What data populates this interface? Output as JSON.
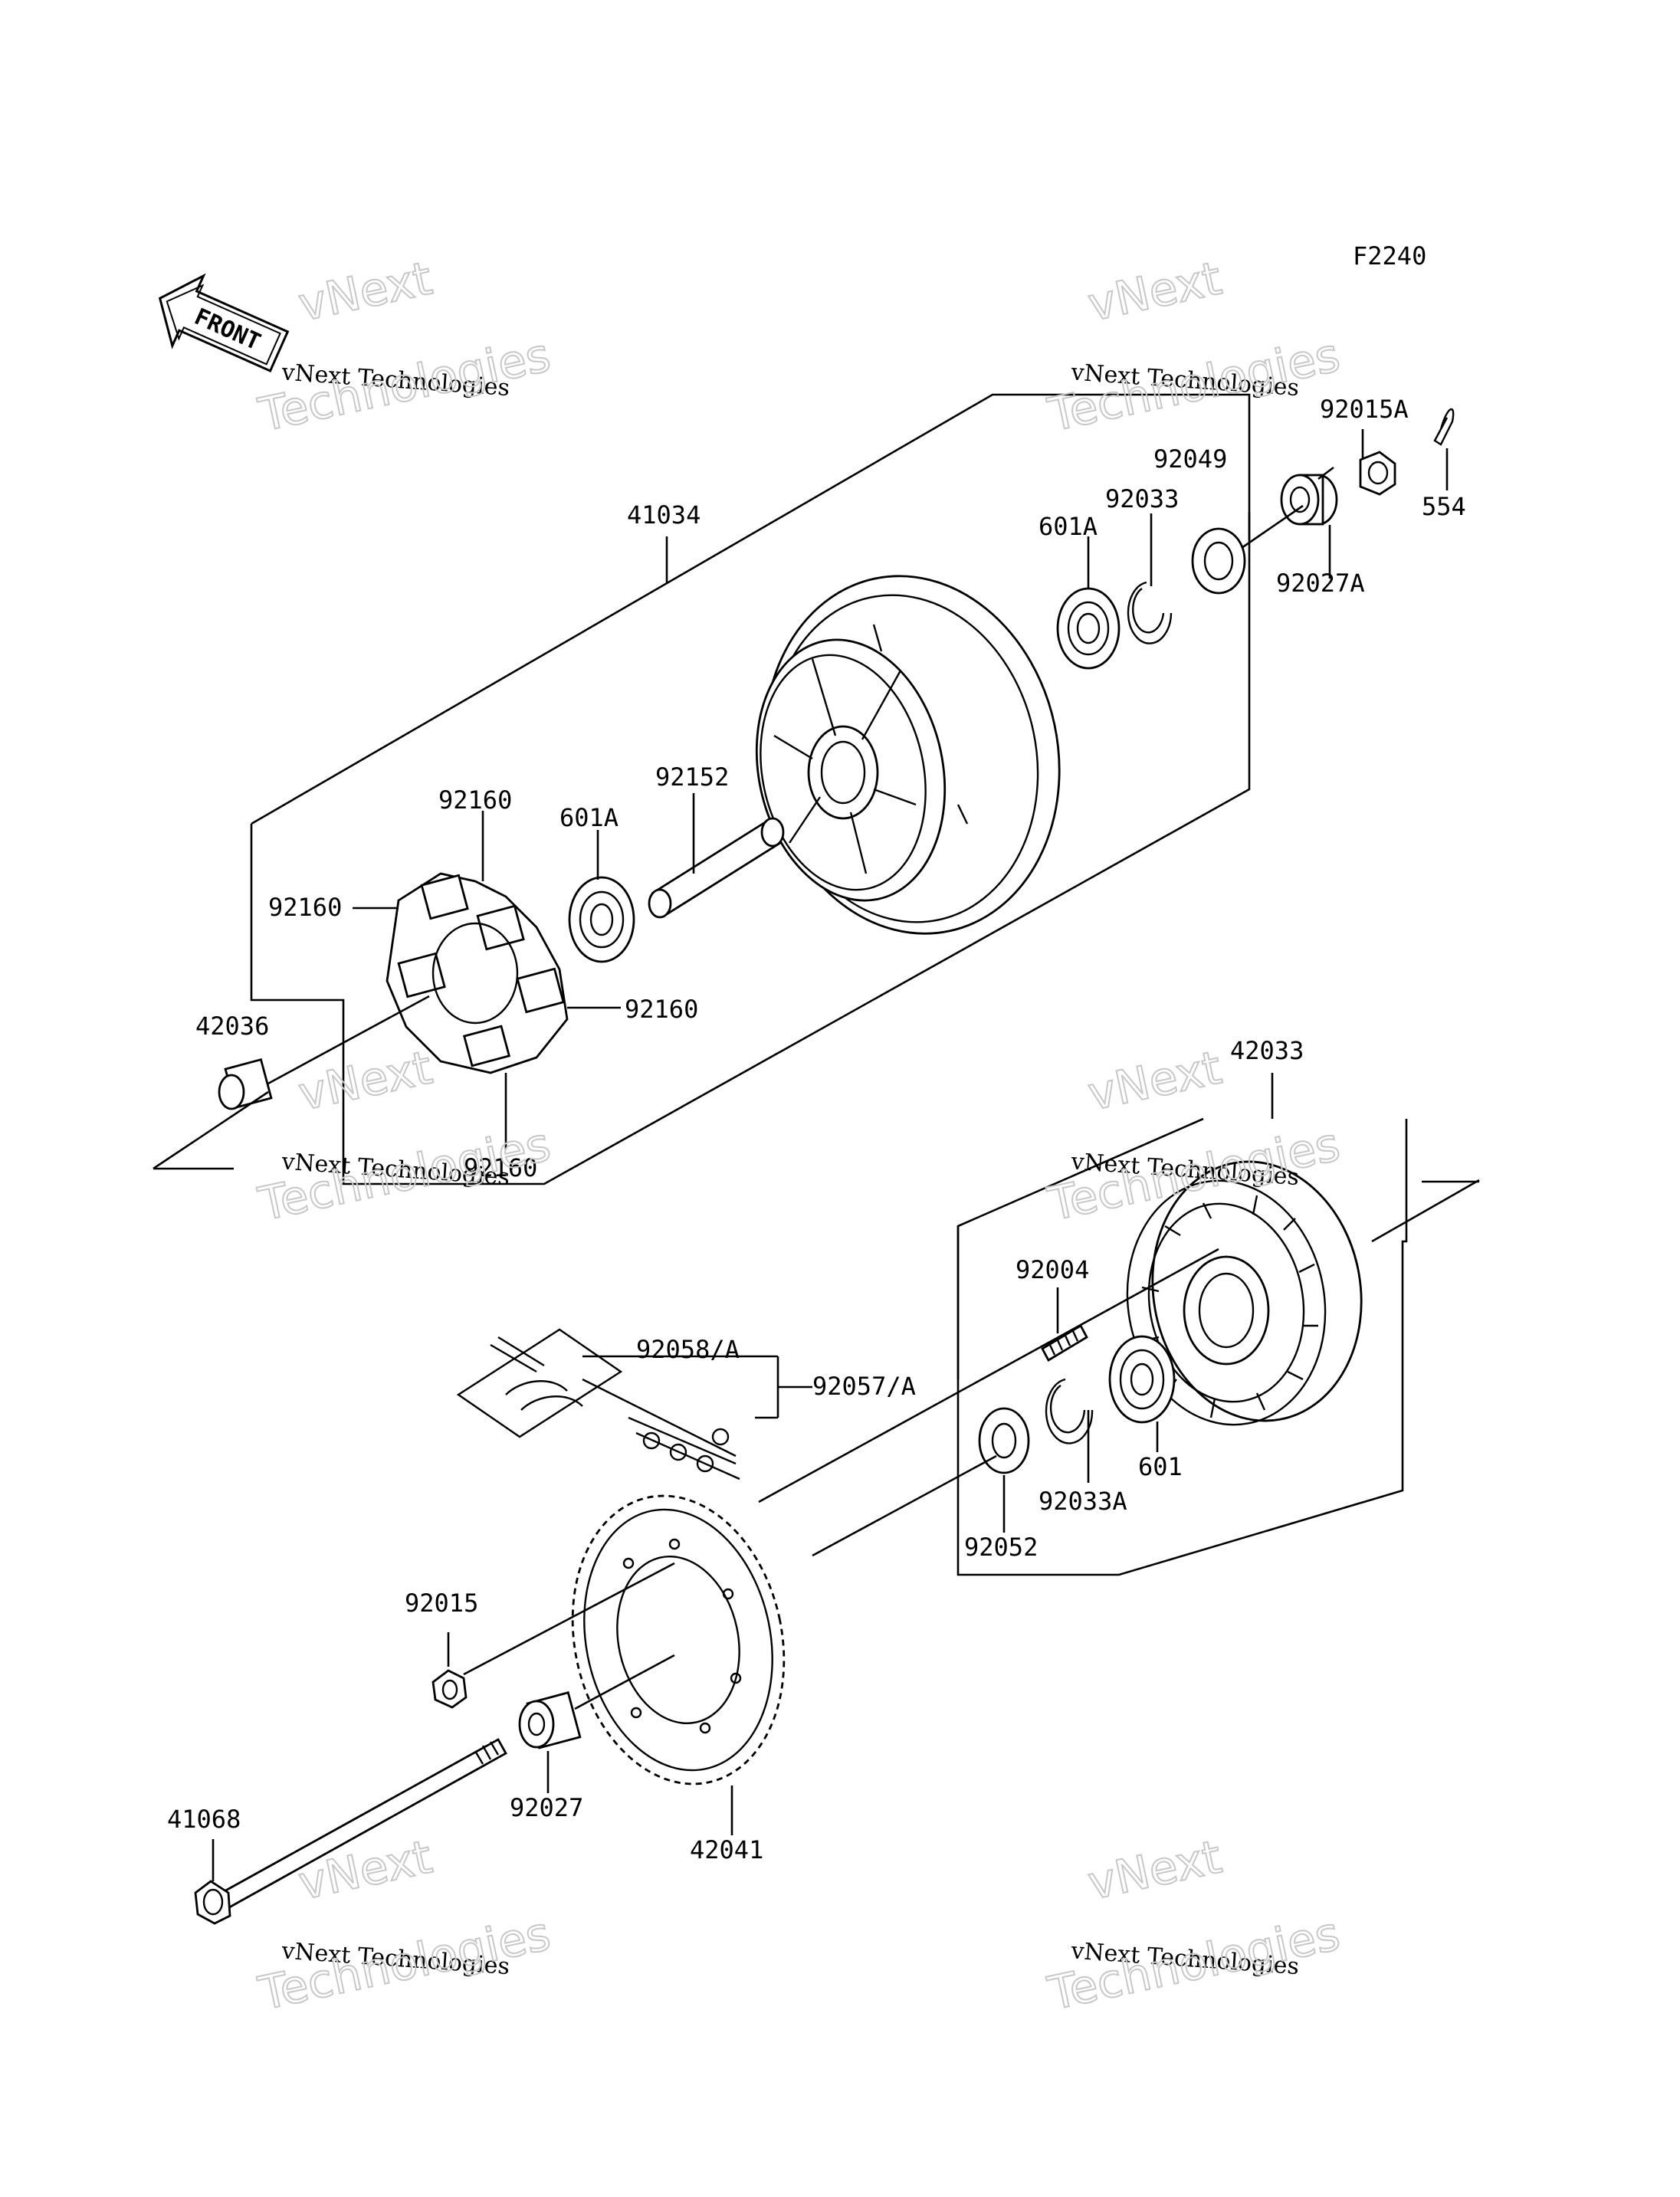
{
  "figure_code": "F2240",
  "front_label": "FRONT",
  "watermark": {
    "line1": "vNext",
    "line2": "vNext Technologies",
    "line3": "Technologies"
  },
  "labels": {
    "l41034": "41034",
    "l92015A": "92015A",
    "l554": "554",
    "l92049": "92049",
    "l92033": "92033",
    "l601A_top": "601A",
    "l92027A": "92027A",
    "l92152": "92152",
    "l92160_a": "92160",
    "l601A_mid": "601A",
    "l92160_b": "92160",
    "l92160_c": "92160",
    "l42036": "42036",
    "l92160_d": "92160",
    "l42033": "42033",
    "l92004": "92004",
    "l92058A": "92058/A",
    "l92057A": "92057/A",
    "l601": "601",
    "l92033A": "92033A",
    "l92052": "92052",
    "l92015": "92015",
    "l92027": "92027",
    "l42041": "42041",
    "l41068": "41068"
  }
}
